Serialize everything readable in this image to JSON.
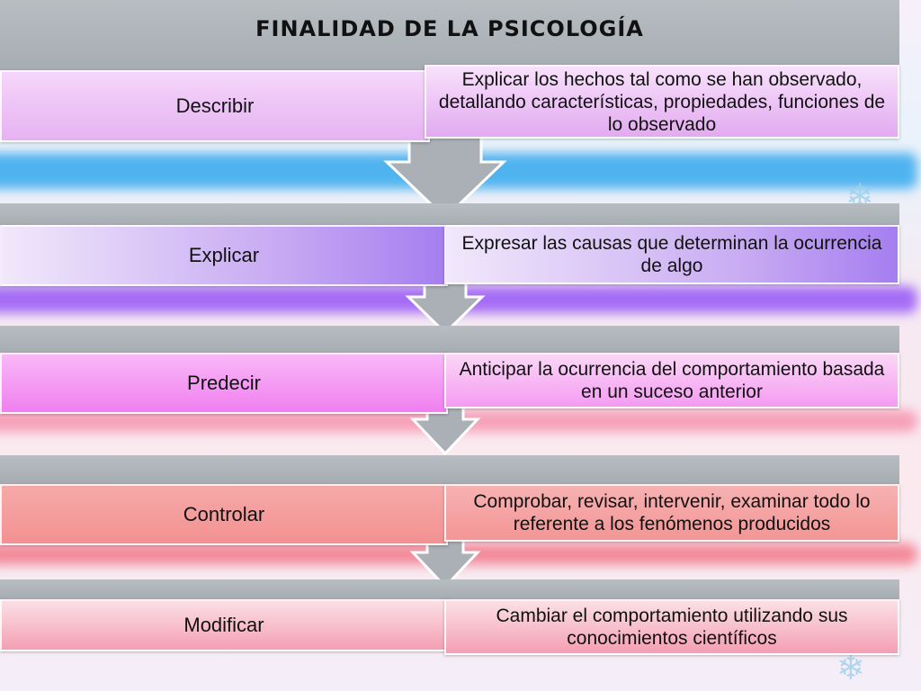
{
  "title": "FINALIDAD DE LA PSICOLOGÍA",
  "steps": [
    {
      "label": "Describir",
      "description": "Explicar los hechos tal como se han observado, detallando características, propiedades, funciones de lo observado"
    },
    {
      "label": "Explicar",
      "description": "Expresar las causas que determinan  la ocurrencia de algo"
    },
    {
      "label": "Predecir",
      "description": "Anticipar la ocurrencia del comportamiento basada en un suceso anterior"
    },
    {
      "label": "Controlar",
      "description": "Comprobar, revisar, intervenir, examinar todo lo referente a los fenómenos producidos"
    },
    {
      "label": "Modificar",
      "description": "Cambiar el comportamiento  utilizando sus conocimientos científicos"
    }
  ],
  "colors": {
    "describir": "#e0a8f0",
    "explicar": "#b48cf0",
    "predecir": "#f07ff0",
    "controlar": "#f39393",
    "modificar": "#f3a0b4",
    "gray_bar": "#aab0b5"
  }
}
